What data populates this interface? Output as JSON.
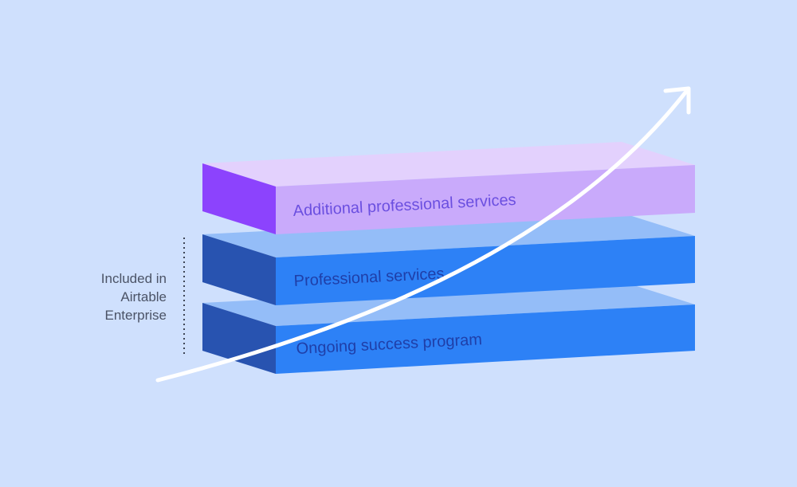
{
  "layers": [
    {
      "label": "Additional professional services",
      "label_color": "#6b4fe0",
      "colors": {
        "top": "#e3d1fd",
        "left": "#8c43fd",
        "front": "#c9aafb"
      }
    },
    {
      "label": "Professional services",
      "label_color": "#1f3fa8",
      "colors": {
        "top": "#94bdf8",
        "left": "#2853b0",
        "front": "#2d81f6"
      }
    },
    {
      "label": "Ongoing success program",
      "label_color": "#1f3fa8",
      "colors": {
        "top": "#94bdf8",
        "left": "#2853b0",
        "front": "#2d81f6"
      }
    }
  ],
  "side_note": {
    "lines": [
      "Included in",
      "Airtable",
      "Enterprise"
    ],
    "color": "#4b5366"
  },
  "arrow_color": "#ffffff",
  "background": "#cfe0fd"
}
